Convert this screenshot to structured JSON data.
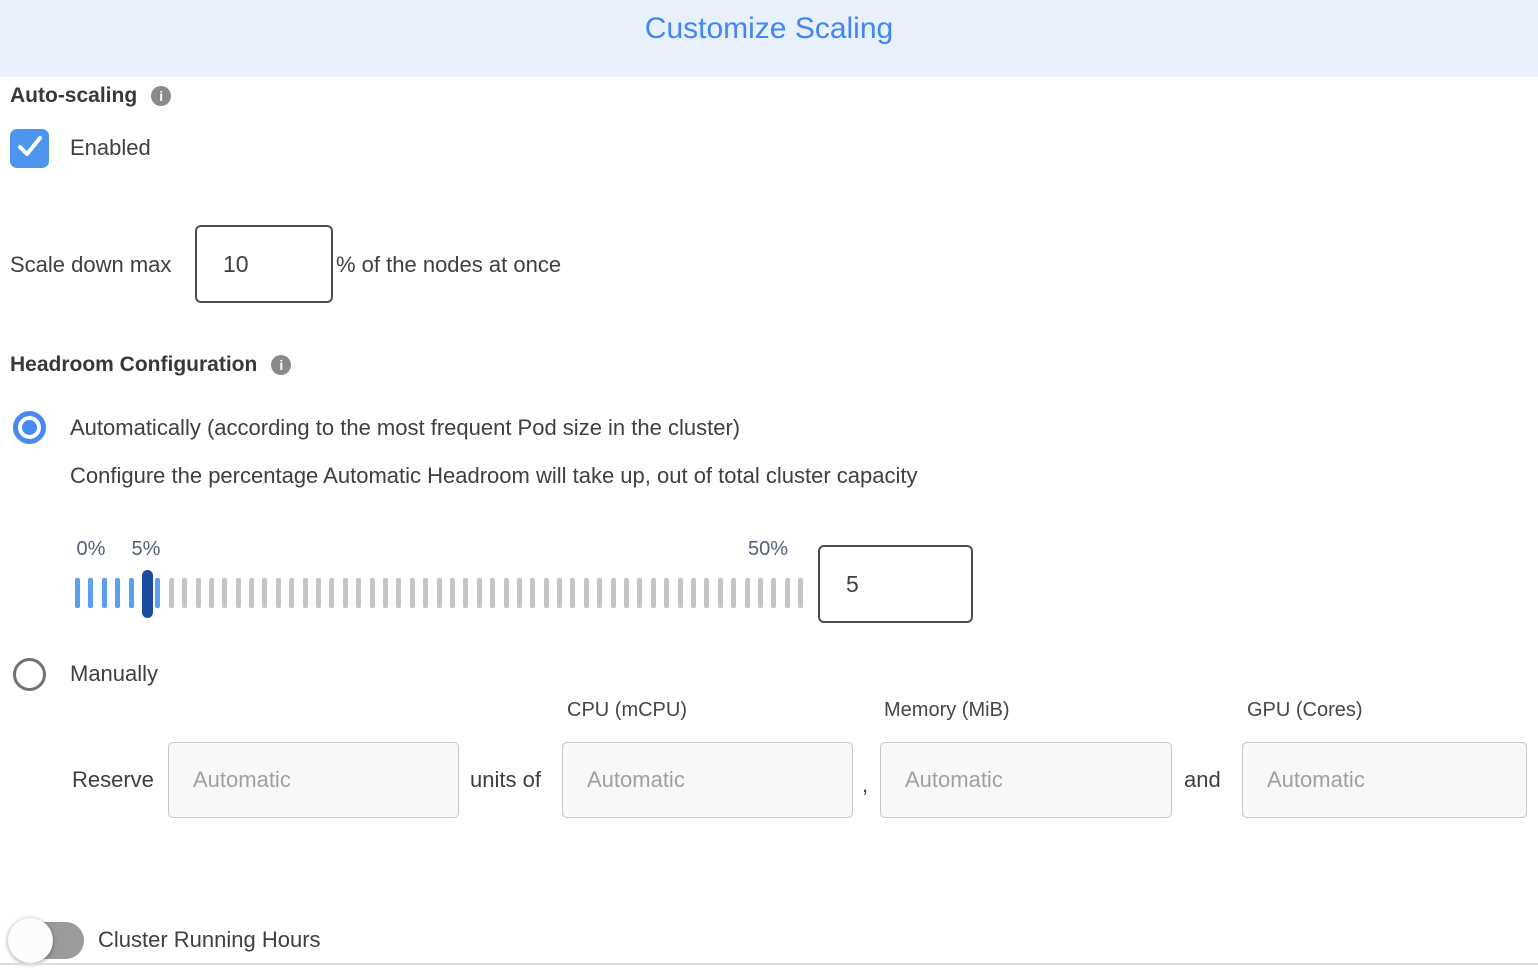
{
  "header": {
    "title": "Customize Scaling"
  },
  "auto_scaling": {
    "heading": "Auto-scaling",
    "checkbox_label": "Enabled",
    "checkbox_checked": true,
    "scale_down_prefix": "Scale down max",
    "scale_down_value": "10",
    "scale_down_suffix": "% of the nodes at once"
  },
  "headroom": {
    "heading": "Headroom Configuration",
    "automatic_label": "Automatically (according to the most frequent Pod size in the cluster)",
    "automatic_selected": true,
    "automatic_description": "Configure the percentage Automatic Headroom will take up, out of total cluster capacity",
    "slider": {
      "min_label": "0%",
      "value_label": "5%",
      "max_label": "50%",
      "min": 0,
      "max": 50,
      "value": "5",
      "tick_count": 55,
      "blue_tick_count": 7
    },
    "manual_label": "Manually",
    "manual_selected": false
  },
  "reserve": {
    "label": "Reserve",
    "count_placeholder": "Automatic",
    "units_of_label": "units of",
    "comma": ",",
    "and_label": "and",
    "columns": [
      {
        "header": "CPU (mCPU)",
        "placeholder": "Automatic"
      },
      {
        "header": "Memory (MiB)",
        "placeholder": "Automatic"
      },
      {
        "header": "GPU (Cores)",
        "placeholder": "Automatic"
      }
    ]
  },
  "footer": {
    "toggle_label": "Cluster Running Hours",
    "toggle_on": false
  },
  "colors": {
    "header_bg": "#E8F0FC",
    "accent_blue": "#4285F4",
    "checkbox_blue": "#4D95EE",
    "slider_tick_blue": "#5B9FF0",
    "slider_handle_navy": "#1C4A9E",
    "tick_gray": "#C5C5C5",
    "text_dark": "#3C4043"
  }
}
